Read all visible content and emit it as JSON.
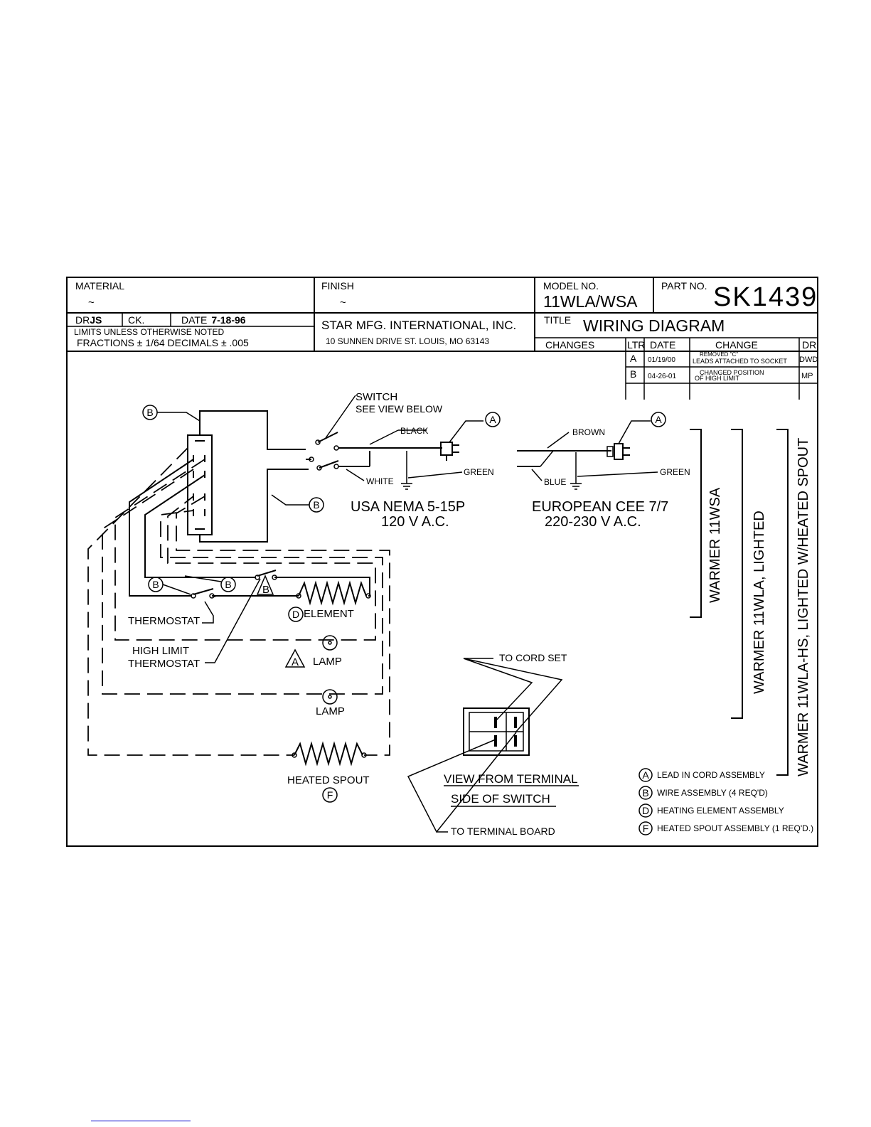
{
  "title_block": {
    "material_label": "MATERIAL",
    "material_value": "~",
    "finish_label": "FINISH",
    "finish_value": "~",
    "model_label": "MODEL NO.",
    "model_value": "11WLA/WSA",
    "part_label": "PART NO.",
    "part_value": "SK1439",
    "dr_label": "DR",
    "dr_value": "JS",
    "ck_label": "CK.",
    "date_label": "DATE",
    "date_value": "7-18-96",
    "limits_line1": "LIMITS UNLESS OTHERWISE NOTED",
    "limits_line2": "FRACTIONS  ± 1/64   DECIMALS  ± .005",
    "company": "STAR MFG. INTERNATIONAL, INC.",
    "address": "10 SUNNEN DRIVE   ST. LOUIS,   MO 63143",
    "title_label": "TITLE",
    "title_value": "WIRING  DIAGRAM"
  },
  "changes": {
    "label": "CHANGES",
    "headers": [
      "LTR",
      "DATE",
      "CHANGE",
      "DR"
    ],
    "rows": [
      {
        "ltr": "A",
        "date": "01/19/00",
        "change_line1": "REMOVED \"C\"",
        "change_line2": "LEADS ATTACHED TO SOCKET",
        "dr": "DWD"
      },
      {
        "ltr": "B",
        "date": "04-26-01",
        "change_line1": "CHANGED POSITION",
        "change_line2": "OF HIGH LIMIT",
        "dr": "MP"
      }
    ]
  },
  "diagram": {
    "switch_label": "SWITCH",
    "switch_sub": "SEE VIEW BELOW",
    "black": "BLACK",
    "white": "WHITE",
    "green": "GREEN",
    "brown": "BROWN",
    "blue": "BLUE",
    "usa_line1": "USA  NEMA  5-15P",
    "usa_line2": "120  V  A.C.",
    "eu_line1": "EUROPEAN  CEE  7/7",
    "eu_line2": "220-230  V  A.C.",
    "thermostat": "THERMOSTAT",
    "high_limit_line1": "HIGH  LIMIT",
    "high_limit_line2": "THERMOSTAT",
    "element": "ELEMENT",
    "lamp": "LAMP",
    "heated_spout": "HEATED  SPOUT",
    "to_cord_set": "TO  CORD  SET",
    "to_terminal_board": "TO  TERMINAL  BOARD",
    "view_line1": "VIEW  FROM  TERMINAL",
    "view_line2": "SIDE  OF  SWITCH",
    "warmer_wsa": "WARMER  11WSA",
    "warmer_wla": "WARMER  11WLA,  LIGHTED",
    "warmer_hs": "WARMER  11WLA-HS,  LIGHTED  W/HEATED  SPOUT",
    "markers": {
      "a": "A",
      "b": "B",
      "d": "D",
      "f": "F"
    }
  },
  "legend": [
    {
      "letter": "A",
      "text": "LEAD  IN  CORD  ASSEMBLY"
    },
    {
      "letter": "B",
      "text": "WIRE  ASSEMBLY  (4  REQ'D)"
    },
    {
      "letter": "D",
      "text": "HEATING  ELEMENT  ASSEMBLY"
    },
    {
      "letter": "F",
      "text": "HEATED  SPOUT  ASSEMBLY  (1  REQ'D.)"
    }
  ]
}
